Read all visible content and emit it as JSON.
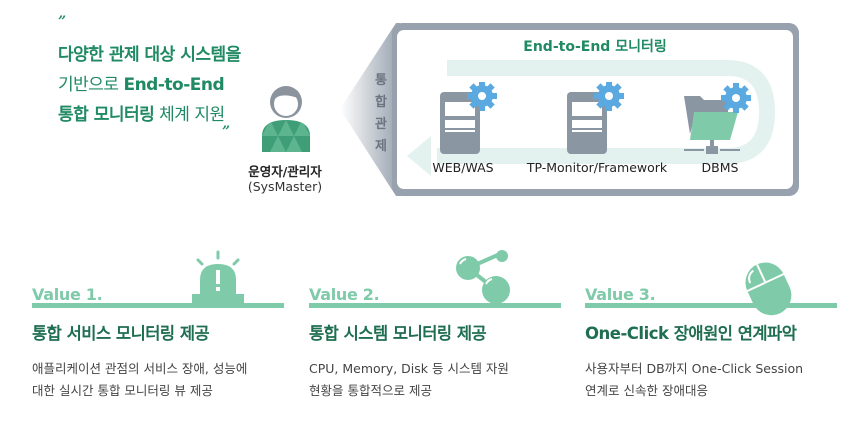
{
  "intro": {
    "open_quote": "”",
    "close_quote": "”",
    "line1": "다양한 관제 대상 시스템을",
    "line2_light": "기반으로 ",
    "line2_bold": "End-to-End",
    "line3_bold": "통합 모니터링",
    "line3_light": " 체계 지원"
  },
  "operator": {
    "label": "운영자/관리자",
    "sublabel": "(SysMaster)",
    "icon": "person-icon"
  },
  "monitoring": {
    "title": "End-to-End 모니터링",
    "side_label": [
      "통",
      "합",
      "관",
      "제"
    ],
    "nodes": [
      {
        "label": "WEB/WAS",
        "icon": "server-gear-icon"
      },
      {
        "label": "TP-Monitor/Framework",
        "icon": "server-gear-icon"
      },
      {
        "label": "DBMS",
        "icon": "database-folder-gear-icon"
      }
    ]
  },
  "values": [
    {
      "head": "Value 1.",
      "icon": "alarm-siren-icon",
      "title": "통합 서비스 모니터링 제공",
      "desc": [
        "애플리케이션 관점의 서비스 장애, 성능에",
        "대한 실시간 통합 모니터링 뷰 제공"
      ]
    },
    {
      "head": "Value 2.",
      "icon": "share-network-icon",
      "title": "통합 시스템 모니터링 제공",
      "desc": [
        "CPU, Memory, Disk 등 시스템 자원",
        "현황을 통합적으로 제공"
      ]
    },
    {
      "head": "Value 3.",
      "icon": "mouse-icon",
      "title": "One-Click 장애원인 연계파악",
      "desc": [
        "사용자부터 DB까지 One-Click Session",
        "연계로 신속한 장애대응"
      ]
    }
  ],
  "colors": {
    "brand_green": "#1f8a63",
    "dark_green": "#1f6e52",
    "mint": "#7fcaa9",
    "panel_gray": "#98a2ae",
    "gear_blue": "#5aa9e0",
    "flow_tint": "#e3f2ef"
  }
}
